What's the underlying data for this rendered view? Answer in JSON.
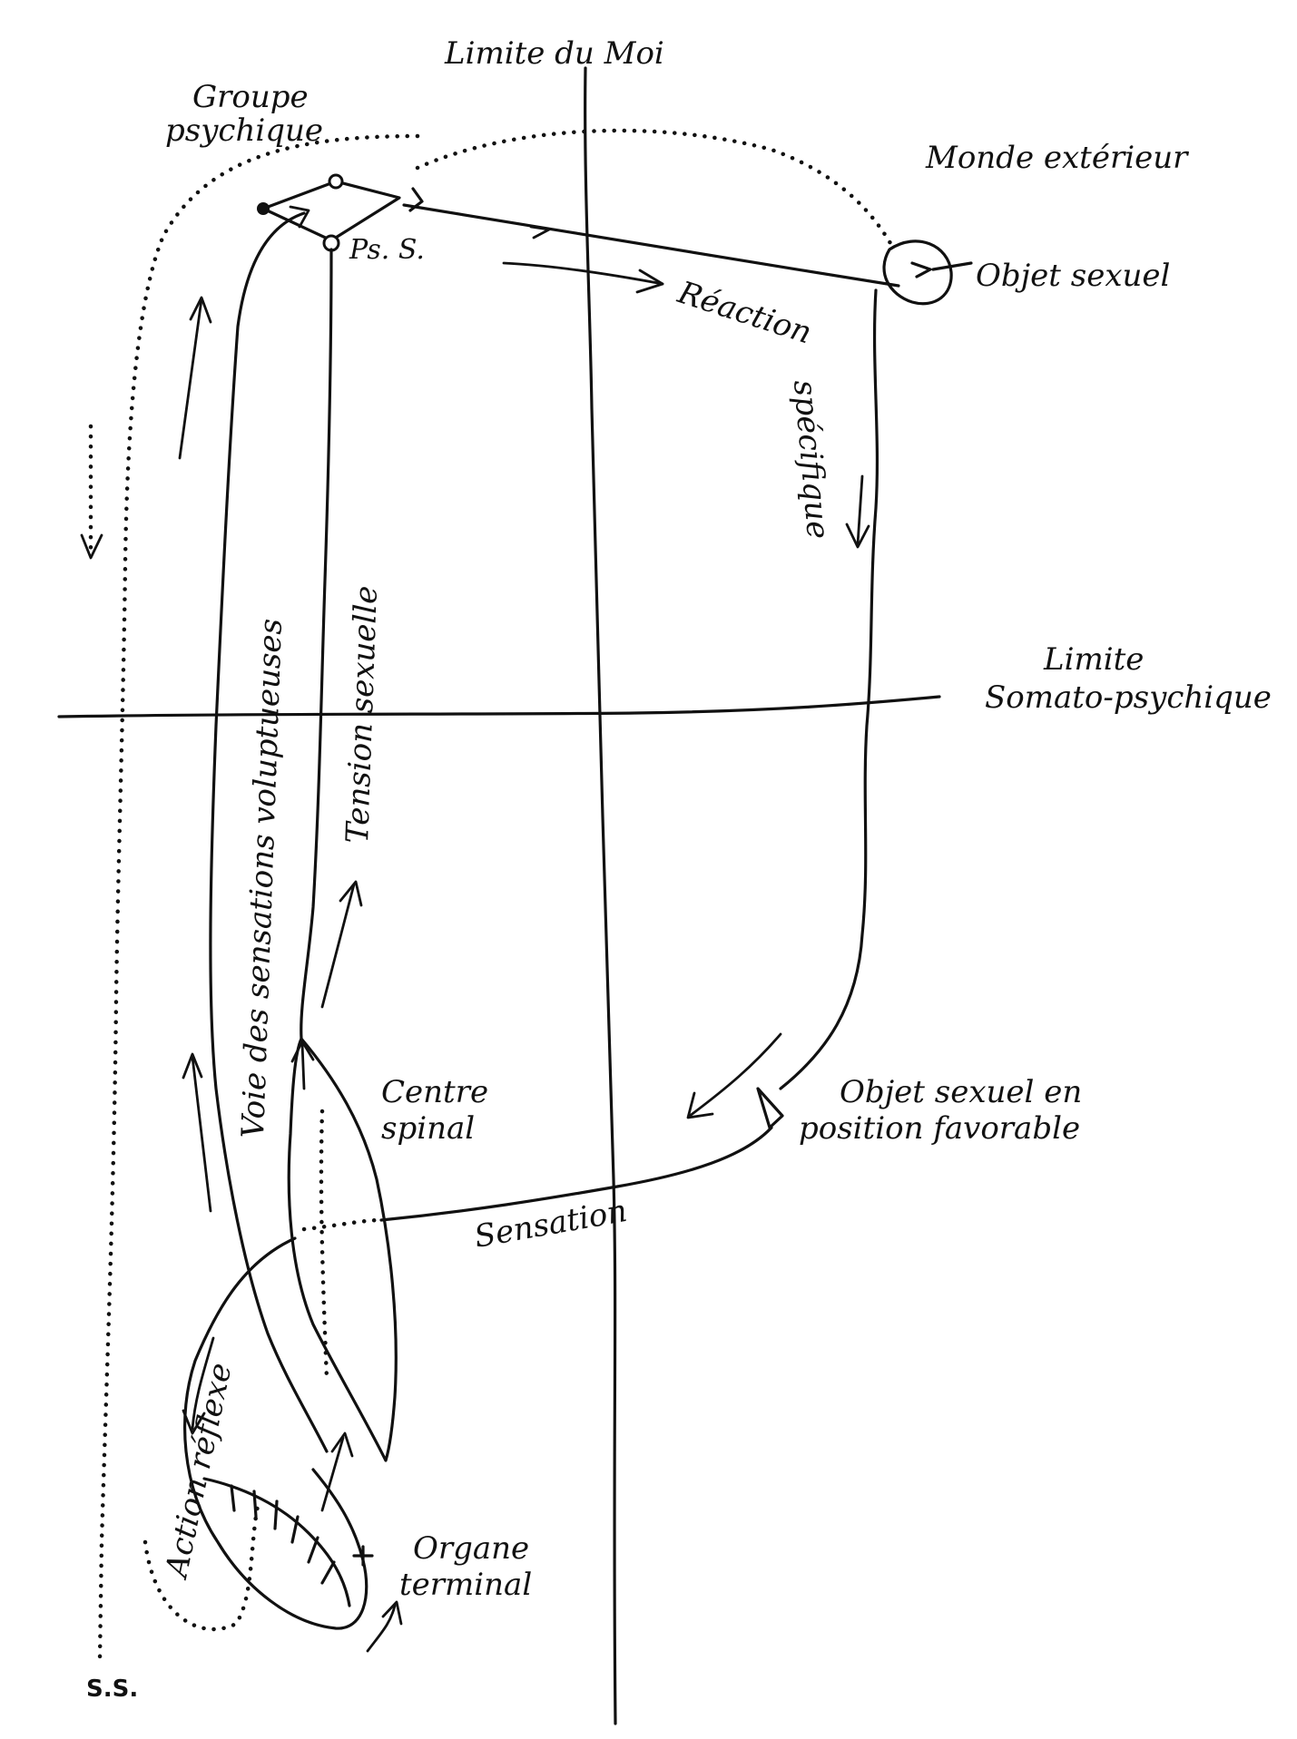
{
  "labels": {
    "limite_du_moi": "Limite du Moi",
    "groupe_psychique_1": "Groupe",
    "groupe_psychique_2": "psychique",
    "monde_exterieur": "Monde extérieur",
    "objet_sexuel": "Objet sexuel",
    "ps_s": "Ps. S.",
    "reaction_specifique_1": "Réaction",
    "reaction_specifique_2": "spécifique",
    "limite_somato_1": "Limite",
    "limite_somato_2": "Somato-psychique",
    "voie_sensations": "Voie des sensations voluptueuses",
    "tension_sexuelle": "Tension sexuelle",
    "centre_spinal_1": "Centre",
    "centre_spinal_2": "spinal",
    "objet_favorable_1": "Objet sexuel en",
    "objet_favorable_2": "position favorable",
    "sensation": "Sensation",
    "action_reflexe": "Action réflexe",
    "organe_terminal_1": "Organe",
    "organe_terminal_2": "terminal",
    "ss": "S.S."
  },
  "colors": {
    "ink": "#111111",
    "paper": "#ffffff"
  }
}
